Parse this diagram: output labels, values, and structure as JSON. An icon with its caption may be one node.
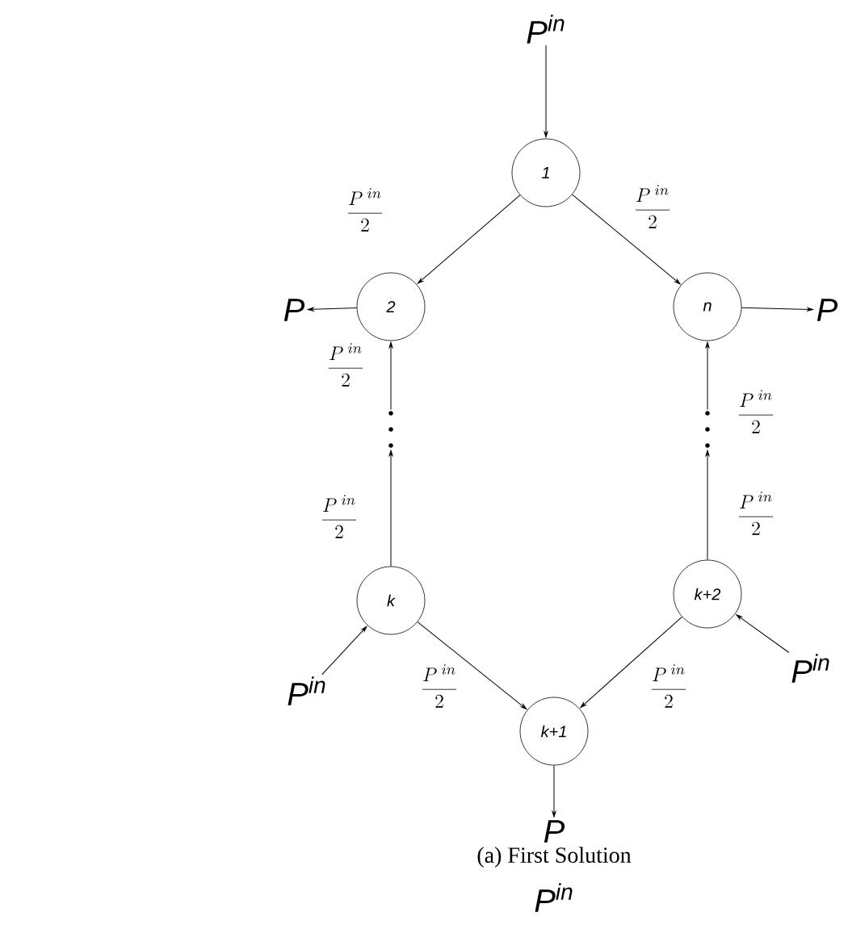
{
  "diagram": {
    "caption": "(a) First Solution",
    "nodes": [
      {
        "text": [
          "P$^{in}$"
        ]
      },
      {
        "text": [
          "1"
        ]
      },
      {
        "text": [
          "P"
        ]
      },
      {
        "text": [
          "2"
        ]
      },
      {
        "text": [
          "n"
        ]
      },
      {
        "text": [
          "P"
        ]
      },
      {
        "text": [],
        "shape": "dots"
      },
      {
        "text": [],
        "shape": "dots"
      },
      {
        "text": [
          "k"
        ]
      },
      {
        "text": [
          "k+2"
        ]
      },
      {
        "text": [
          "P$^{in}$"
        ]
      },
      {
        "text": [
          "P$^{in}$"
        ]
      },
      {
        "text": [
          "k+1"
        ]
      },
      {
        "text": [
          "P"
        ]
      }
    ],
    "edges": [
      {
        "from": 0,
        "to": 1,
        "arrow": "to"
      },
      {
        "from": 1,
        "to": 3,
        "arrow": "to",
        "label": "\\frac{P^{\\;in}}{2}"
      },
      {
        "from": 1,
        "to": 4,
        "arrow": "to",
        "label": "\\frac{P^{\\;in}}{2}"
      },
      {
        "from": 3,
        "to": 2,
        "arrow": "to"
      },
      {
        "from": 4,
        "to": 5,
        "arrow": "to"
      },
      {
        "from": 6,
        "to": 3,
        "arrow": "to",
        "label": "\\frac{P^{\\;in}}{2}"
      },
      {
        "from": 7,
        "to": 4,
        "arrow": "to",
        "label": "\\frac{P^{\\;in}}{2}"
      },
      {
        "from": 8,
        "to": 6,
        "arrow": "to",
        "label": "\\frac{P^{\\;in}}{2}"
      },
      {
        "from": 9,
        "to": 7,
        "arrow": "to",
        "label": "\\frac{P^{\\;in}}{2}"
      },
      {
        "from": 10,
        "to": 8,
        "arrow": "to"
      },
      {
        "from": 11,
        "to": 9,
        "arrow": "to"
      },
      {
        "from": 8,
        "to": 12,
        "arrow": "to",
        "label": "\\frac{P^{\\;in}}{2}"
      },
      {
        "from": 9,
        "to": 12,
        "arrow": "to",
        "label": "\\frac{P^{\\;in}}{2}"
      },
      {
        "from": 12,
        "to": 13,
        "arrow": "to"
      }
    ],
    "labels": [
      "P$^{in}$"
    ]
  }
}
